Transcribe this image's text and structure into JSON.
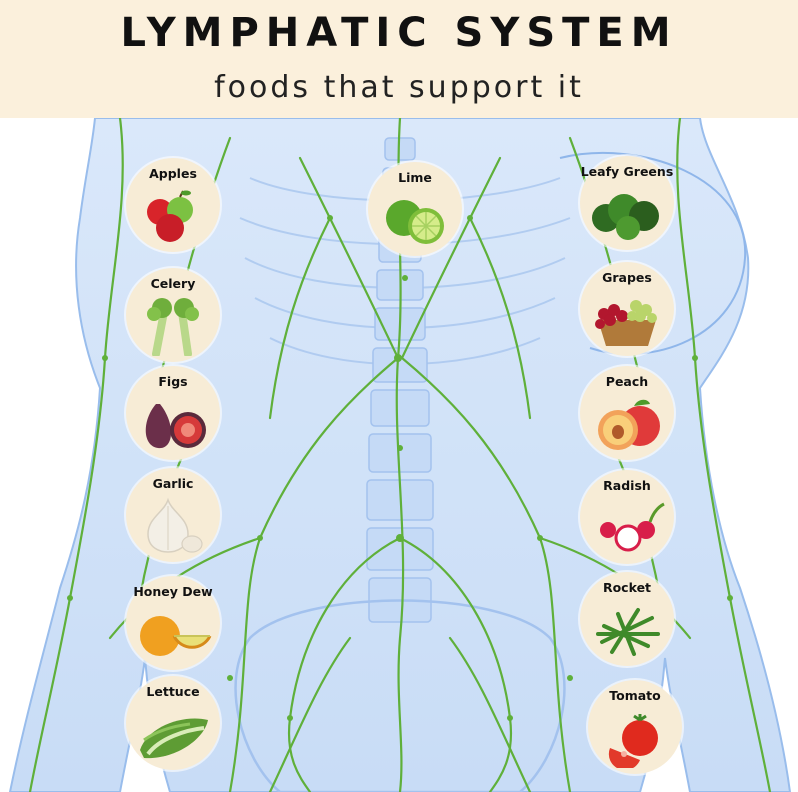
{
  "header": {
    "title": "LYMPHATIC SYSTEM",
    "subtitle": "foods that support it"
  },
  "colors": {
    "header_bg": "#fbf0dc",
    "circle_bg": "#f7ecd6",
    "lymph_green": "#5fb03a",
    "body_blue": "#9fc3ef"
  },
  "foods_left": [
    {
      "label": "Apples",
      "icon": "apples-icon"
    },
    {
      "label": "Celery",
      "icon": "celery-icon"
    },
    {
      "label": "Figs",
      "icon": "figs-icon"
    },
    {
      "label": "Garlic",
      "icon": "garlic-icon"
    },
    {
      "label": "Honey Dew",
      "icon": "honeydew-icon"
    },
    {
      "label": "Lettuce",
      "icon": "lettuce-icon"
    }
  ],
  "food_center": {
    "label": "Lime",
    "icon": "lime-icon"
  },
  "foods_right": [
    {
      "label": "Leafy Greens",
      "icon": "leafy-greens-icon"
    },
    {
      "label": "Grapes",
      "icon": "grapes-icon"
    },
    {
      "label": "Peach",
      "icon": "peach-icon"
    },
    {
      "label": "Radish",
      "icon": "radish-icon"
    },
    {
      "label": "Rocket",
      "icon": "rocket-icon"
    },
    {
      "label": "Tomato",
      "icon": "tomato-icon"
    }
  ]
}
